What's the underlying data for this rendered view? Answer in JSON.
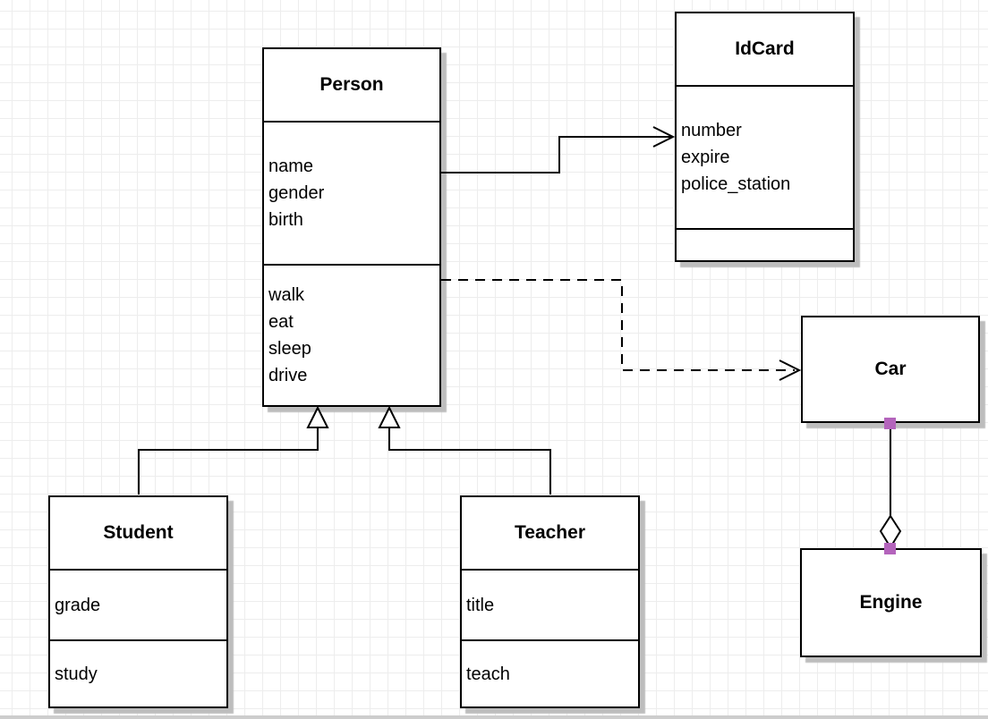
{
  "diagram": {
    "kind": "uml-class-diagram",
    "classes": [
      {
        "id": "person",
        "title": "Person",
        "attributes": [
          "name",
          "gender",
          "birth"
        ],
        "methods": [
          "walk",
          "eat",
          "sleep",
          "drive"
        ]
      },
      {
        "id": "idcard",
        "title": "IdCard",
        "attributes": [
          "number",
          "expire",
          "police_station"
        ],
        "methods": []
      },
      {
        "id": "car",
        "title": "Car",
        "attributes": [],
        "methods": []
      },
      {
        "id": "engine",
        "title": "Engine",
        "attributes": [],
        "methods": []
      },
      {
        "id": "student",
        "title": "Student",
        "attributes": [
          "grade"
        ],
        "methods": [
          "study"
        ]
      },
      {
        "id": "teacher",
        "title": "Teacher",
        "attributes": [
          "title"
        ],
        "methods": [
          "teach"
        ]
      }
    ],
    "relationships": [
      {
        "from": "Person",
        "to": "IdCard",
        "type": "association",
        "line": "solid",
        "marker": "open-arrow"
      },
      {
        "from": "Person",
        "to": "Car",
        "type": "dependency",
        "line": "dashed",
        "marker": "open-arrow"
      },
      {
        "from": "Student",
        "to": "Person",
        "type": "generalization",
        "line": "solid",
        "marker": "hollow-triangle"
      },
      {
        "from": "Teacher",
        "to": "Person",
        "type": "generalization",
        "line": "solid",
        "marker": "hollow-triangle"
      },
      {
        "from": "Car",
        "to": "Engine",
        "type": "aggregation",
        "line": "solid",
        "marker": "hollow-diamond",
        "endpoint_handles": true
      }
    ],
    "colors": {
      "line": "#000000",
      "box_fill": "#ffffff",
      "background": "#ffffff",
      "grid_line": "#ededed",
      "shadow": "#bdbdbd",
      "handle": "#b464bc"
    }
  }
}
